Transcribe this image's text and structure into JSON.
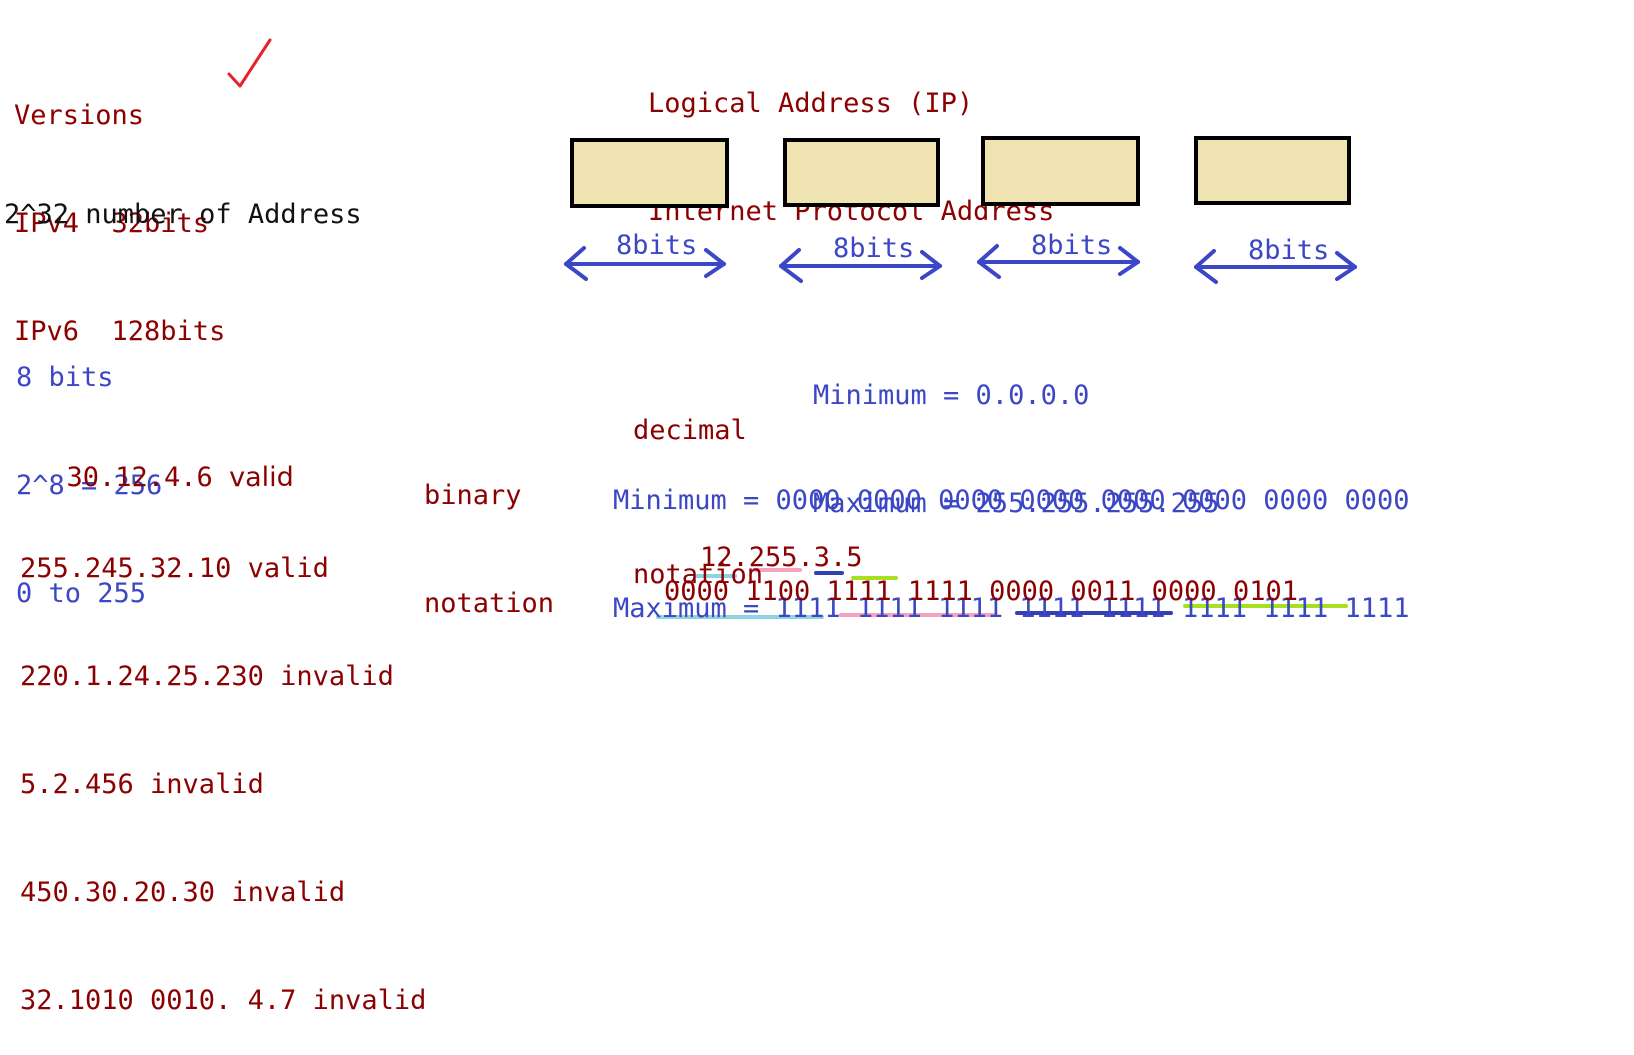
{
  "versions": {
    "heading": "Versions",
    "ipv4": "IPv4  32bits",
    "ipv6": "IPv6  128bits"
  },
  "address_count": "2^32 number of Address",
  "octet_info": {
    "bits": "8 bits",
    "power": "2^8 = 256",
    "range": "0 to 255"
  },
  "examples": {
    "first": {
      "address": "30.12.4.6",
      "verdict": "valid"
    },
    "rest": [
      "255.245.32.10 valid",
      "220.1.24.25.230 invalid",
      "5.2.456 invalid",
      "450.30.20.30 invalid",
      "32.1010 0010. 4.7 invalid"
    ]
  },
  "title": {
    "line1": "Logical Address (IP)",
    "line2": "Internet Protocol Address"
  },
  "octet_boxes": [
    {
      "label": "8bits"
    },
    {
      "label": "8bits"
    },
    {
      "label": "8bits"
    },
    {
      "label": "8bits"
    }
  ],
  "decimal": {
    "label_line1": "decimal",
    "label_line2": "notation",
    "minimum": "Minimum = 0.0.0.0",
    "maximum": "Maximum = 255.255.255.255"
  },
  "binary": {
    "label_line1": "binary",
    "label_line2": "notation",
    "minimum": "Minimum = 0000 0000 0000 0000 0000 0000 0000 0000",
    "maximum": "Maximum = 1111 1111 1111 1111 1111 1111 1111 1111"
  },
  "conversion": {
    "decimal": "12.255.3.5",
    "binary": "0000 1100 1111 1111 0000 0011 0000 0101"
  },
  "colors": {
    "text_red": "#8b0000",
    "text_blue": "#3b47c4",
    "box_fill": "#efe3b1",
    "check_mark": "#e8202a",
    "underline_octet1": "#8fd3e0",
    "underline_octet2": "#f5a3c0",
    "underline_octet3": "#3340b0",
    "underline_octet4": "#a6e01e"
  }
}
